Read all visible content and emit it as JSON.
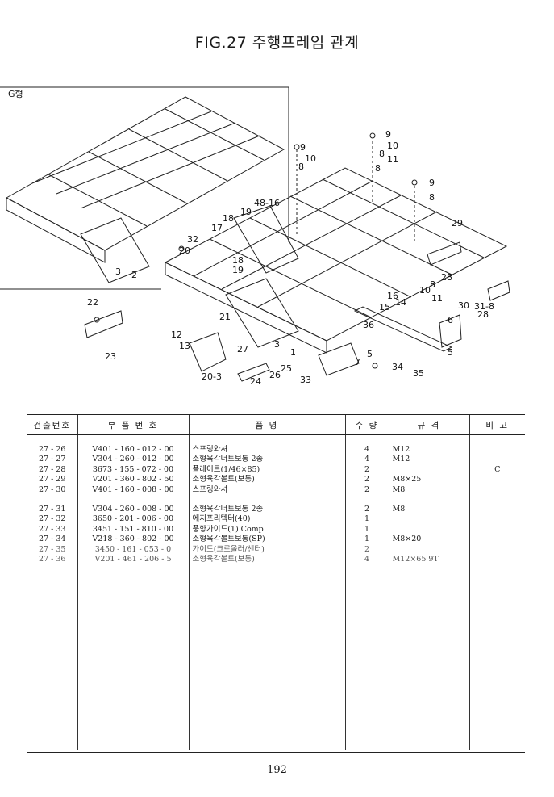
{
  "header": {
    "title": "FIG.27 주행프레임 관계"
  },
  "diagram": {
    "inset_label": "G형",
    "callouts": [
      "9",
      "10",
      "8",
      "11",
      "9",
      "8",
      "10",
      "8",
      "9",
      "8",
      "29",
      "48-16",
      "19",
      "18",
      "17",
      "32",
      "20",
      "18",
      "19",
      "3",
      "2",
      "28",
      "8",
      "10",
      "11",
      "16",
      "14",
      "15",
      "22",
      "21",
      "36",
      "12",
      "13",
      "27",
      "3",
      "1",
      "25",
      "26",
      "24",
      "20-3",
      "23",
      "33",
      "34",
      "35",
      "7",
      "5",
      "6",
      "5",
      "30",
      "31-8",
      "28"
    ]
  },
  "table": {
    "headers": [
      "건출번호",
      "부 품 번 호",
      "품 명",
      "수 량",
      "규 격",
      "비 고"
    ],
    "rows": [
      {
        "ref": "27 - 26",
        "part": "V401 - 160 - 012 - 00",
        "name": "스프링와셔",
        "qty": "4",
        "spec": "M12",
        "note": ""
      },
      {
        "ref": "27 - 27",
        "part": "V304 - 260 - 012 - 00",
        "name": "소형육각너트보통 2종",
        "qty": "4",
        "spec": "M12",
        "note": ""
      },
      {
        "ref": "27 - 28",
        "part": "3673 - 155 - 072 - 00",
        "name": "플레이트(1/46×85)",
        "qty": "2",
        "spec": "",
        "note": "C"
      },
      {
        "ref": "27 - 29",
        "part": "V201 - 360 - 802 - 50",
        "name": "소형육각볼트(보통)",
        "qty": "2",
        "spec": "M8×25",
        "note": ""
      },
      {
        "ref": "27 - 30",
        "part": "V401 - 160 - 008 - 00",
        "name": "스프링와셔",
        "qty": "2",
        "spec": "M8",
        "note": ""
      },
      {
        "ref": "27 - 31",
        "part": "V304 - 260 - 008 - 00",
        "name": "소형육각너트보통 2종",
        "qty": "2",
        "spec": "M8",
        "note": ""
      },
      {
        "ref": "27 - 32",
        "part": "3650 - 201 - 006 - 00",
        "name": "에지프리텍터(40)",
        "qty": "1",
        "spec": "",
        "note": ""
      },
      {
        "ref": "27 - 33",
        "part": "3451 - 151 - 810 - 00",
        "name": "풍향가이드(1) Comp",
        "qty": "1",
        "spec": "",
        "note": ""
      },
      {
        "ref": "27 - 34",
        "part": "V218 - 360 - 802 - 00",
        "name": "소형육각볼트보통(SP)",
        "qty": "1",
        "spec": "M8×20",
        "note": ""
      },
      {
        "ref": "27 - 35",
        "part": "3450 - 161 - 053 - 0",
        "name": "가이드(크로올러/센터)",
        "qty": "2",
        "spec": "",
        "note": ""
      },
      {
        "ref": "27 - 36",
        "part": "V201 - 461 - 206 - 5",
        "name": "소형육각볼트(보통)",
        "qty": "4",
        "spec": "M12×65 9T",
        "note": ""
      }
    ]
  },
  "footer": {
    "page": "192"
  }
}
